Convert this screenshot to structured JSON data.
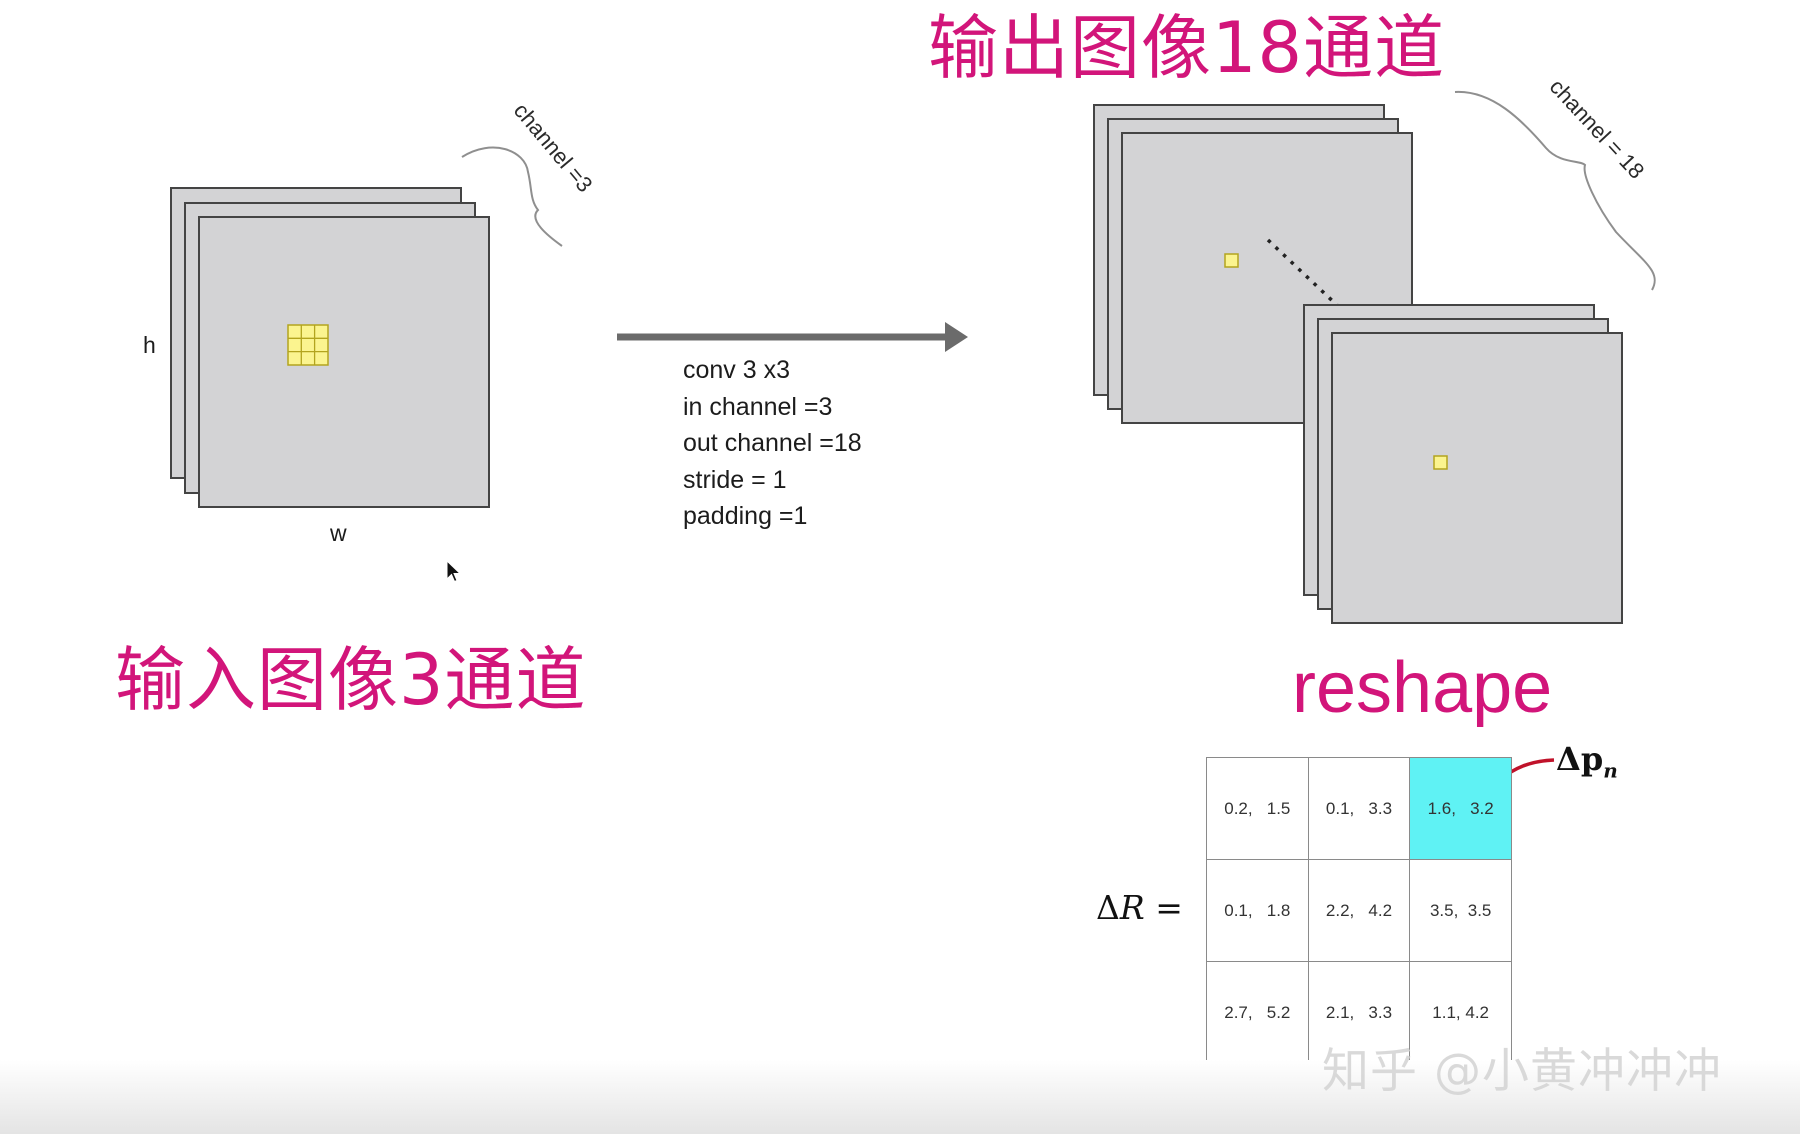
{
  "output_title": "输出图像18通道",
  "input_title": "输入图像3通道",
  "reshape_label": "reshape",
  "input_channel_label": "channel =3",
  "output_channel_label": "channel = 18",
  "axis": {
    "h": "h",
    "w": "w"
  },
  "conv_params": [
    "conv 3 x3",
    "in channel =3",
    "out channel =18",
    "stride = 1",
    "padding =1"
  ],
  "math": {
    "delta_r": "ΔR =",
    "delta_p": "Δp",
    "delta_p_sub": "n"
  },
  "offset_matrix": [
    [
      "0.2,   1.5",
      "0.1,   3.3",
      "1.6,   3.2"
    ],
    [
      "0.1,   1.8",
      "2.2,   4.2",
      "3.5,  3.5"
    ],
    [
      "2.7,   5.2",
      "2.1,   3.3",
      "1.1, 4.2"
    ]
  ],
  "highlighted_cell": [
    0,
    2
  ],
  "watermark": "知乎 @小黄冲冲冲",
  "colors": {
    "accent_magenta": "#d2157a",
    "feature_map_gray": "#d3d3d5",
    "kernel_yellow": "#fbf48f",
    "highlight_cyan": "#5ff2f4",
    "arrow_red": "#c0122a",
    "arrow_gray": "#6b6b6b"
  },
  "icons": [
    "right-arrow-icon",
    "curved-pointer-arrow-icon",
    "mouse-cursor-icon",
    "curly-brace-icon"
  ]
}
